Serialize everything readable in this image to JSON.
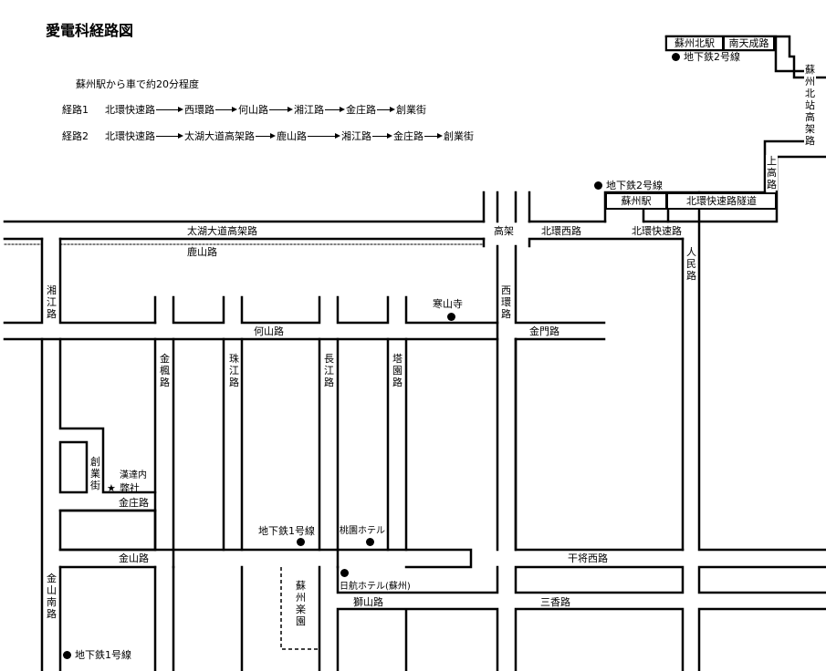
{
  "title": "愛電科経路図",
  "note": "蘇州駅から車で約20分程度",
  "routes": [
    {
      "label": "経路1",
      "steps": [
        "北環快速路",
        "西環路",
        "何山路",
        "湘江路",
        "金庄路",
        "創業街"
      ]
    },
    {
      "label": "経路2",
      "steps": [
        "北環快速路",
        "太湖大道高架路",
        "鹿山路",
        "湘江路",
        "金庄路",
        "創業街"
      ]
    }
  ],
  "roads": {
    "taihu_viaduct": "太湖大道高架路",
    "lushan": "鹿山路",
    "gaojia": "高架",
    "beihuan_west": "北環西路",
    "beihuan_express": "北環快速路",
    "beihuan_tunnel": "北環快速路隧道",
    "xiangjiang": "湘江路",
    "xihuan": "西環路",
    "heshan": "何山路",
    "jinmen": "金門路",
    "jinfeng": "金楓路",
    "zhujiang": "珠江路",
    "changjiang": "長江路",
    "tayuan": "塔園路",
    "chuangye": "創業街",
    "jinzhuang": "金庄路",
    "jinshan": "金山路",
    "ganjiang_west": "干将西路",
    "shishan": "獅山路",
    "sanxiang": "三香路",
    "jinshan_south": "金山南路",
    "renmin": "人民路",
    "shang_gaolu": "上高路",
    "suzhou_north_viaduct": "蘇州北站高架路",
    "nantiancheng": "南天成路"
  },
  "landmarks": {
    "suzhou_north_station": "蘇州北駅",
    "suzhou_station": "蘇州駅",
    "metro2_north": "地下鉄2号線",
    "metro2_station": "地下鉄2号線",
    "hanshan_temple": "寒山寺",
    "company_line1": "漢達内",
    "company_line2": "弊社",
    "metro1": "地下鉄1号線",
    "taoyuan_hotel": "桃園ホテル",
    "nikko_hotel": "日航ホテル(蘇州)",
    "suzhou_paradise": "蘇州楽園",
    "metro1_south": "地下鉄1号線"
  },
  "colors": {
    "road_line": "#000000",
    "background": "#ffffff"
  }
}
